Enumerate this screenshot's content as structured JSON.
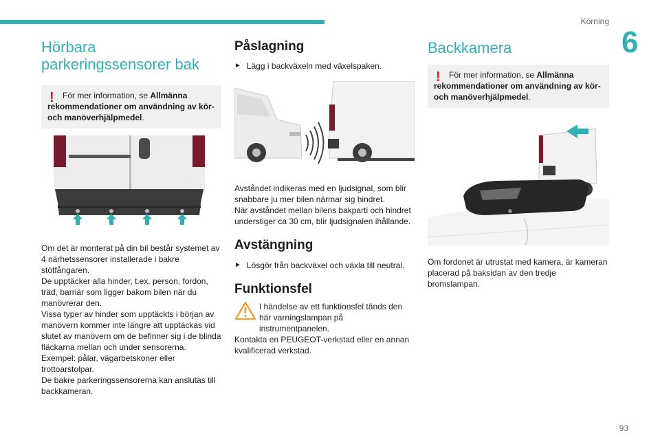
{
  "header": {
    "section": "Körning",
    "chapter": "6",
    "page": "93"
  },
  "col1": {
    "title": "Hörbara parkeringssensorer bak",
    "note_prefix": "För mer information, se ",
    "note_bold": "Allmänna rekommendationer om användning av kör- och manöverhjälpmedel",
    "note_suffix": ".",
    "paragraphs": [
      "Om det är monterat på din bil består systemet av 4 närhetssensorer installerade i bakre stötfångaren.",
      "De upptäcker alla hinder, t.ex. person, fordon, träd, barriär som ligger bakom bilen när du manövrerar den.",
      "Vissa typer av hinder som upptäckts i början av manövern kommer inte längre att upptäckas vid slutet av manövern om de befinner sig i de blinda fläckarna mellan och under sensorerna.",
      "Exempel: pålar, vägarbetskoner eller trottoarstolpar.",
      "De bakre parkeringssensorerna kan anslutas till backkameran."
    ]
  },
  "col2": {
    "title_on": "Påslagning",
    "bullet_on": "Lägg i backväxeln med växelspaken.",
    "para1": "Avståndet indikeras med en ljudsignal, som blir snabbare ju mer bilen närmar sig hindret.",
    "para2": "När avståndet mellan bilens bakparti och hindret understiger ca 30 cm, blir ljudsignalen ihållande.",
    "title_off": "Avstängning",
    "bullet_off": "Lösgör från backväxel och växla till neutral.",
    "title_fault": "Funktionsfel",
    "fault_text": "I händelse av ett funktionsfel tänds den här varningslampan på instrumentpanelen.",
    "fault_contact": "Kontakta en PEUGEOT-verkstad eller en annan kvalificerad verkstad.",
    "bullet_symbol": "►"
  },
  "col3": {
    "title": "Backkamera",
    "note_prefix": "För mer information, se ",
    "note_bold": "Allmänna rekommendationer om användning av kör- och manöverhjälpmedel",
    "note_suffix": ".",
    "para": "Om fordonet är utrustat med kamera, är kameran placerad på baksidan av den tredje bromslampan."
  },
  "colors": {
    "accent": "#2fb0b4",
    "alert": "#e2162a",
    "warning": "#e8a33a"
  }
}
